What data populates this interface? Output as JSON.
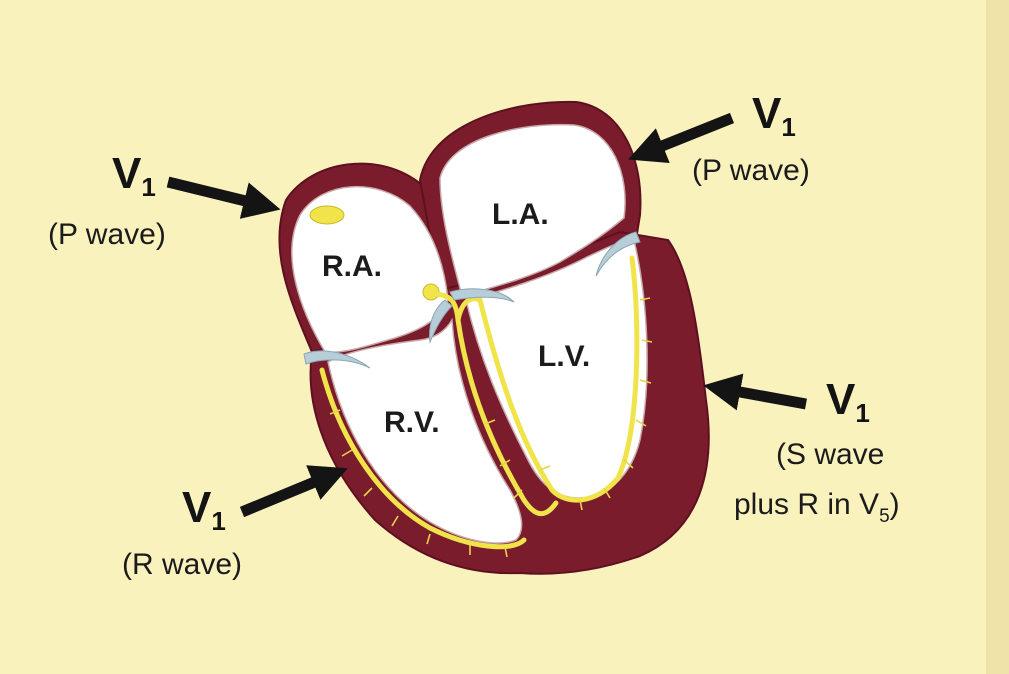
{
  "chambers": {
    "ra": "R.A.",
    "la": "L.A.",
    "rv": "R.V.",
    "lv": "L.V."
  },
  "leads": {
    "left_upper": {
      "lead": "V",
      "sub": "1",
      "note": "(P wave)"
    },
    "right_upper": {
      "lead": "V",
      "sub": "1",
      "note": "(P wave)"
    },
    "left_lower": {
      "lead": "V",
      "sub": "1",
      "note": "(R wave)"
    },
    "right_lower": {
      "lead": "V",
      "sub": "1",
      "note_line1": "(S wave",
      "note_line2_prefix": "plus R in V",
      "note_line2_sub": "5",
      "note_line2_suffix": ")"
    }
  },
  "colors": {
    "background": "#faf2bd",
    "myocardium": "#7a1c2c",
    "chamber": "#ffffff",
    "conduction": "#f1e34a",
    "valve": "#b7cdd8",
    "text": "#1b1b1b"
  }
}
